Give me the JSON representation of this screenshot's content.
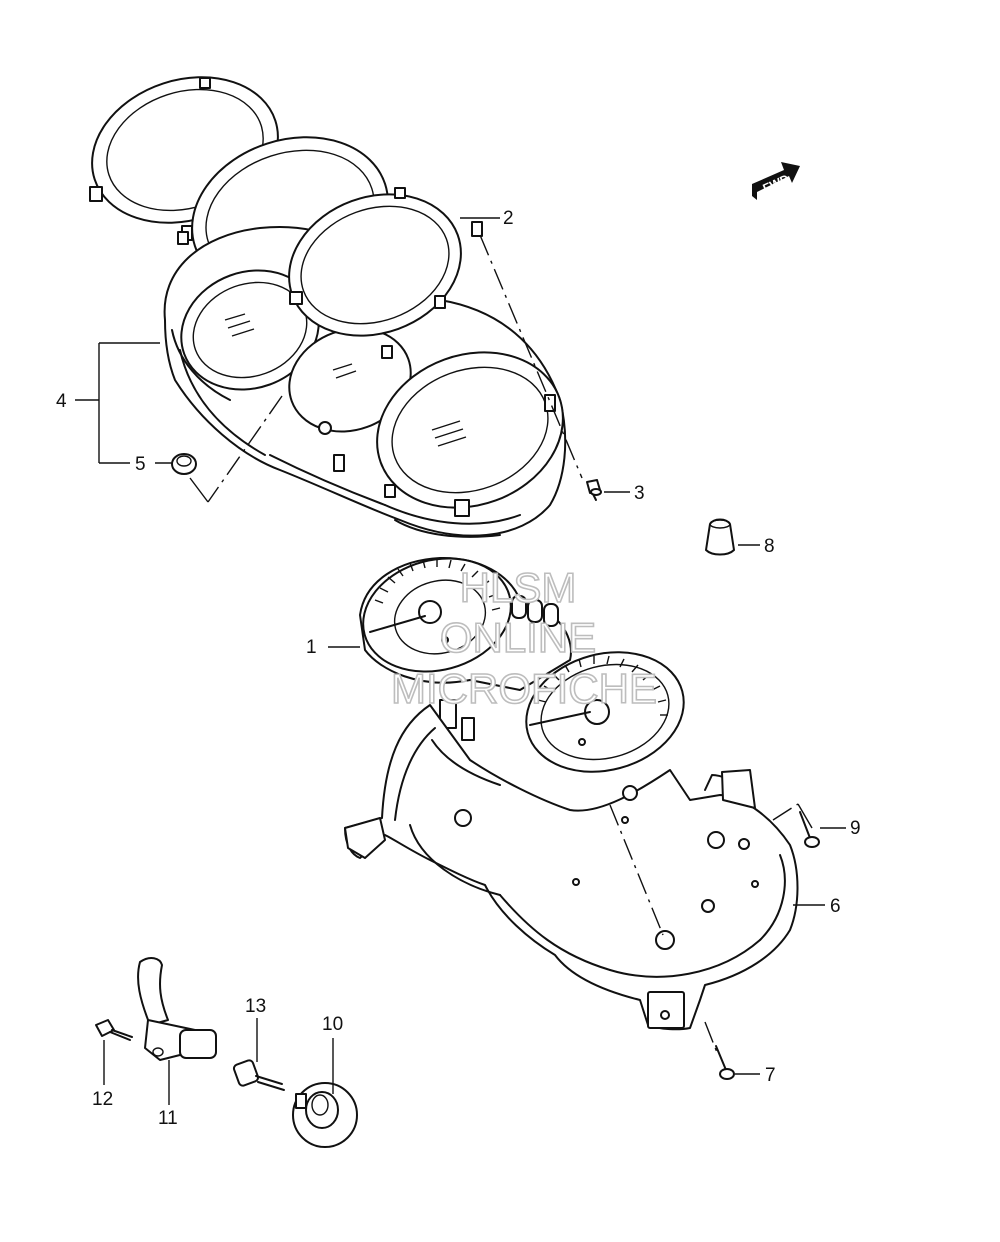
{
  "diagram": {
    "fwd_label": "FWD",
    "watermark": [
      "HLSM",
      "ONLINE",
      "MICROFICHE"
    ],
    "callouts": [
      {
        "id": "1",
        "label": "1"
      },
      {
        "id": "2",
        "label": "2"
      },
      {
        "id": "3",
        "label": "3"
      },
      {
        "id": "4",
        "label": "4"
      },
      {
        "id": "5",
        "label": "5"
      },
      {
        "id": "6",
        "label": "6"
      },
      {
        "id": "7",
        "label": "7"
      },
      {
        "id": "8",
        "label": "8"
      },
      {
        "id": "9",
        "label": "9"
      },
      {
        "id": "10",
        "label": "10"
      },
      {
        "id": "11",
        "label": "11"
      },
      {
        "id": "12",
        "label": "12"
      },
      {
        "id": "13",
        "label": "13"
      }
    ]
  }
}
